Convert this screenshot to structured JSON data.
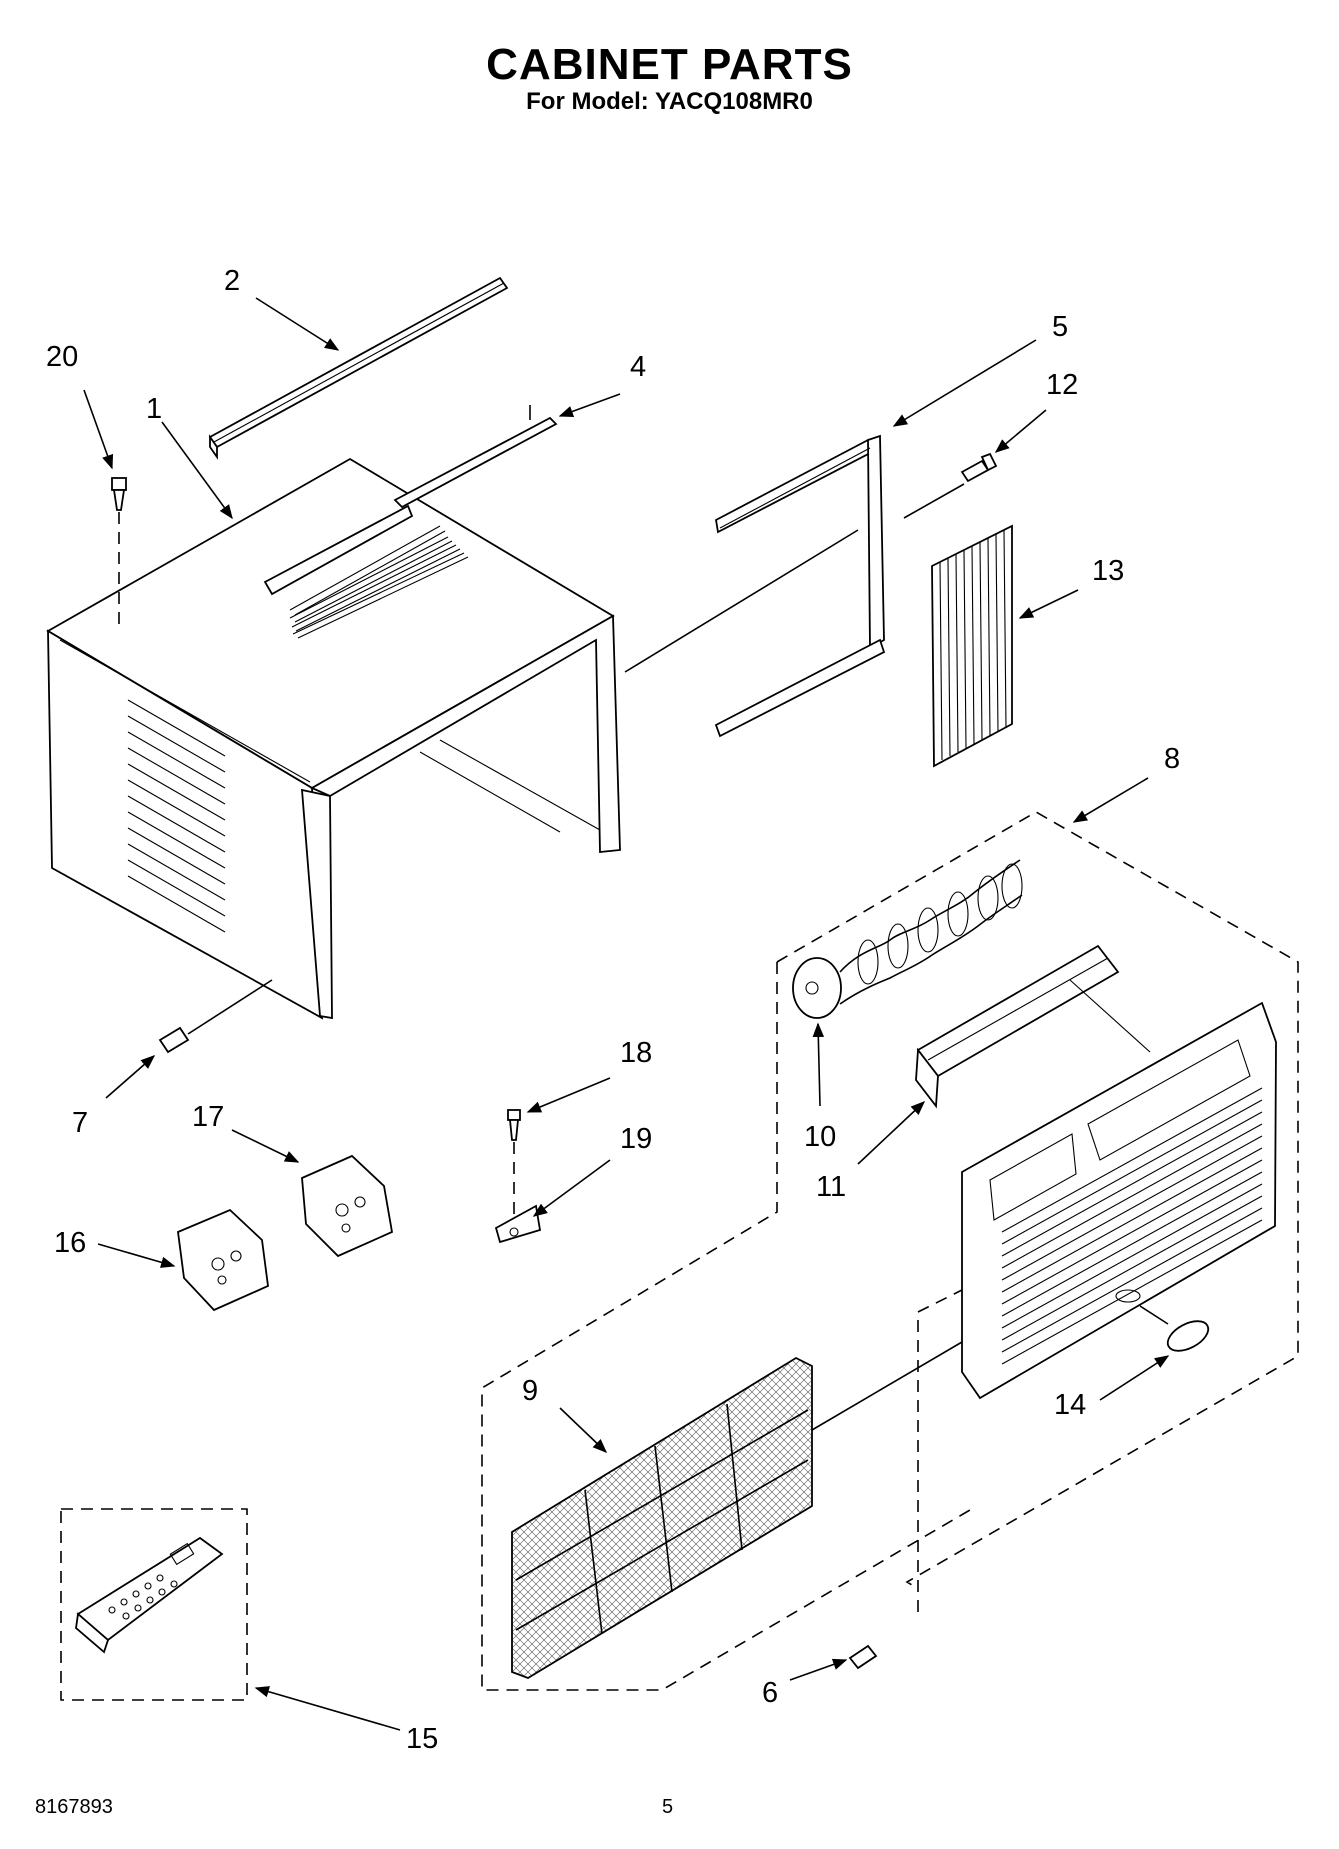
{
  "header": {
    "title": "CABINET PARTS",
    "subtitle": "For Model: YACQ108MR0"
  },
  "callouts": [
    {
      "id": "1",
      "label": "1"
    },
    {
      "id": "2",
      "label": "2"
    },
    {
      "id": "4",
      "label": "4"
    },
    {
      "id": "5",
      "label": "5"
    },
    {
      "id": "6",
      "label": "6"
    },
    {
      "id": "7",
      "label": "7"
    },
    {
      "id": "8",
      "label": "8"
    },
    {
      "id": "9",
      "label": "9"
    },
    {
      "id": "10",
      "label": "10"
    },
    {
      "id": "11",
      "label": "11"
    },
    {
      "id": "12",
      "label": "12"
    },
    {
      "id": "13",
      "label": "13"
    },
    {
      "id": "14",
      "label": "14"
    },
    {
      "id": "15",
      "label": "15"
    },
    {
      "id": "16",
      "label": "16"
    },
    {
      "id": "17",
      "label": "17"
    },
    {
      "id": "18",
      "label": "18"
    },
    {
      "id": "19",
      "label": "19"
    },
    {
      "id": "20",
      "label": "20"
    }
  ],
  "footer": {
    "doc_number": "8167893",
    "page_number": "5"
  }
}
